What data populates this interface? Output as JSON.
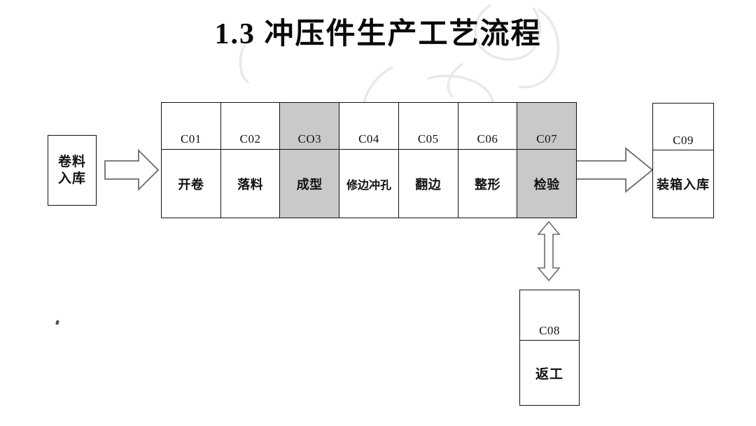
{
  "page": {
    "title": "1.3  冲压件生产工艺流程",
    "background_color": "#ffffff",
    "line_color": "#111111",
    "shaded_fill": "#c9c9c9",
    "arrow_outline_color": "#6b6b6b"
  },
  "diagram": {
    "type": "process-flow",
    "input_node": {
      "label_line1": "卷料",
      "label_line2": "入库",
      "full_label": "卷料入库"
    },
    "steps": [
      {
        "code": "C01",
        "name": "开卷",
        "shaded": false
      },
      {
        "code": "C02",
        "name": "落料",
        "shaded": false
      },
      {
        "code": "CO3",
        "name": "成型",
        "shaded": true
      },
      {
        "code": "C04",
        "name": "修边冲孔",
        "shaded": false
      },
      {
        "code": "C05",
        "name": "翻边",
        "shaded": false
      },
      {
        "code": "C06",
        "name": "整形",
        "shaded": false
      },
      {
        "code": "C07",
        "name": "检验",
        "shaded": true
      }
    ],
    "rework_node": {
      "code": "C08",
      "name": "返工"
    },
    "output_node": {
      "code": "C09",
      "name": "装箱入库"
    },
    "connectors": [
      {
        "name": "input-to-strip",
        "kind": "block-arrow",
        "direction": "right"
      },
      {
        "name": "strip-to-output",
        "kind": "block-arrow",
        "direction": "right"
      },
      {
        "name": "inspect-rework",
        "kind": "double-arrow",
        "direction": "vertical"
      }
    ]
  }
}
